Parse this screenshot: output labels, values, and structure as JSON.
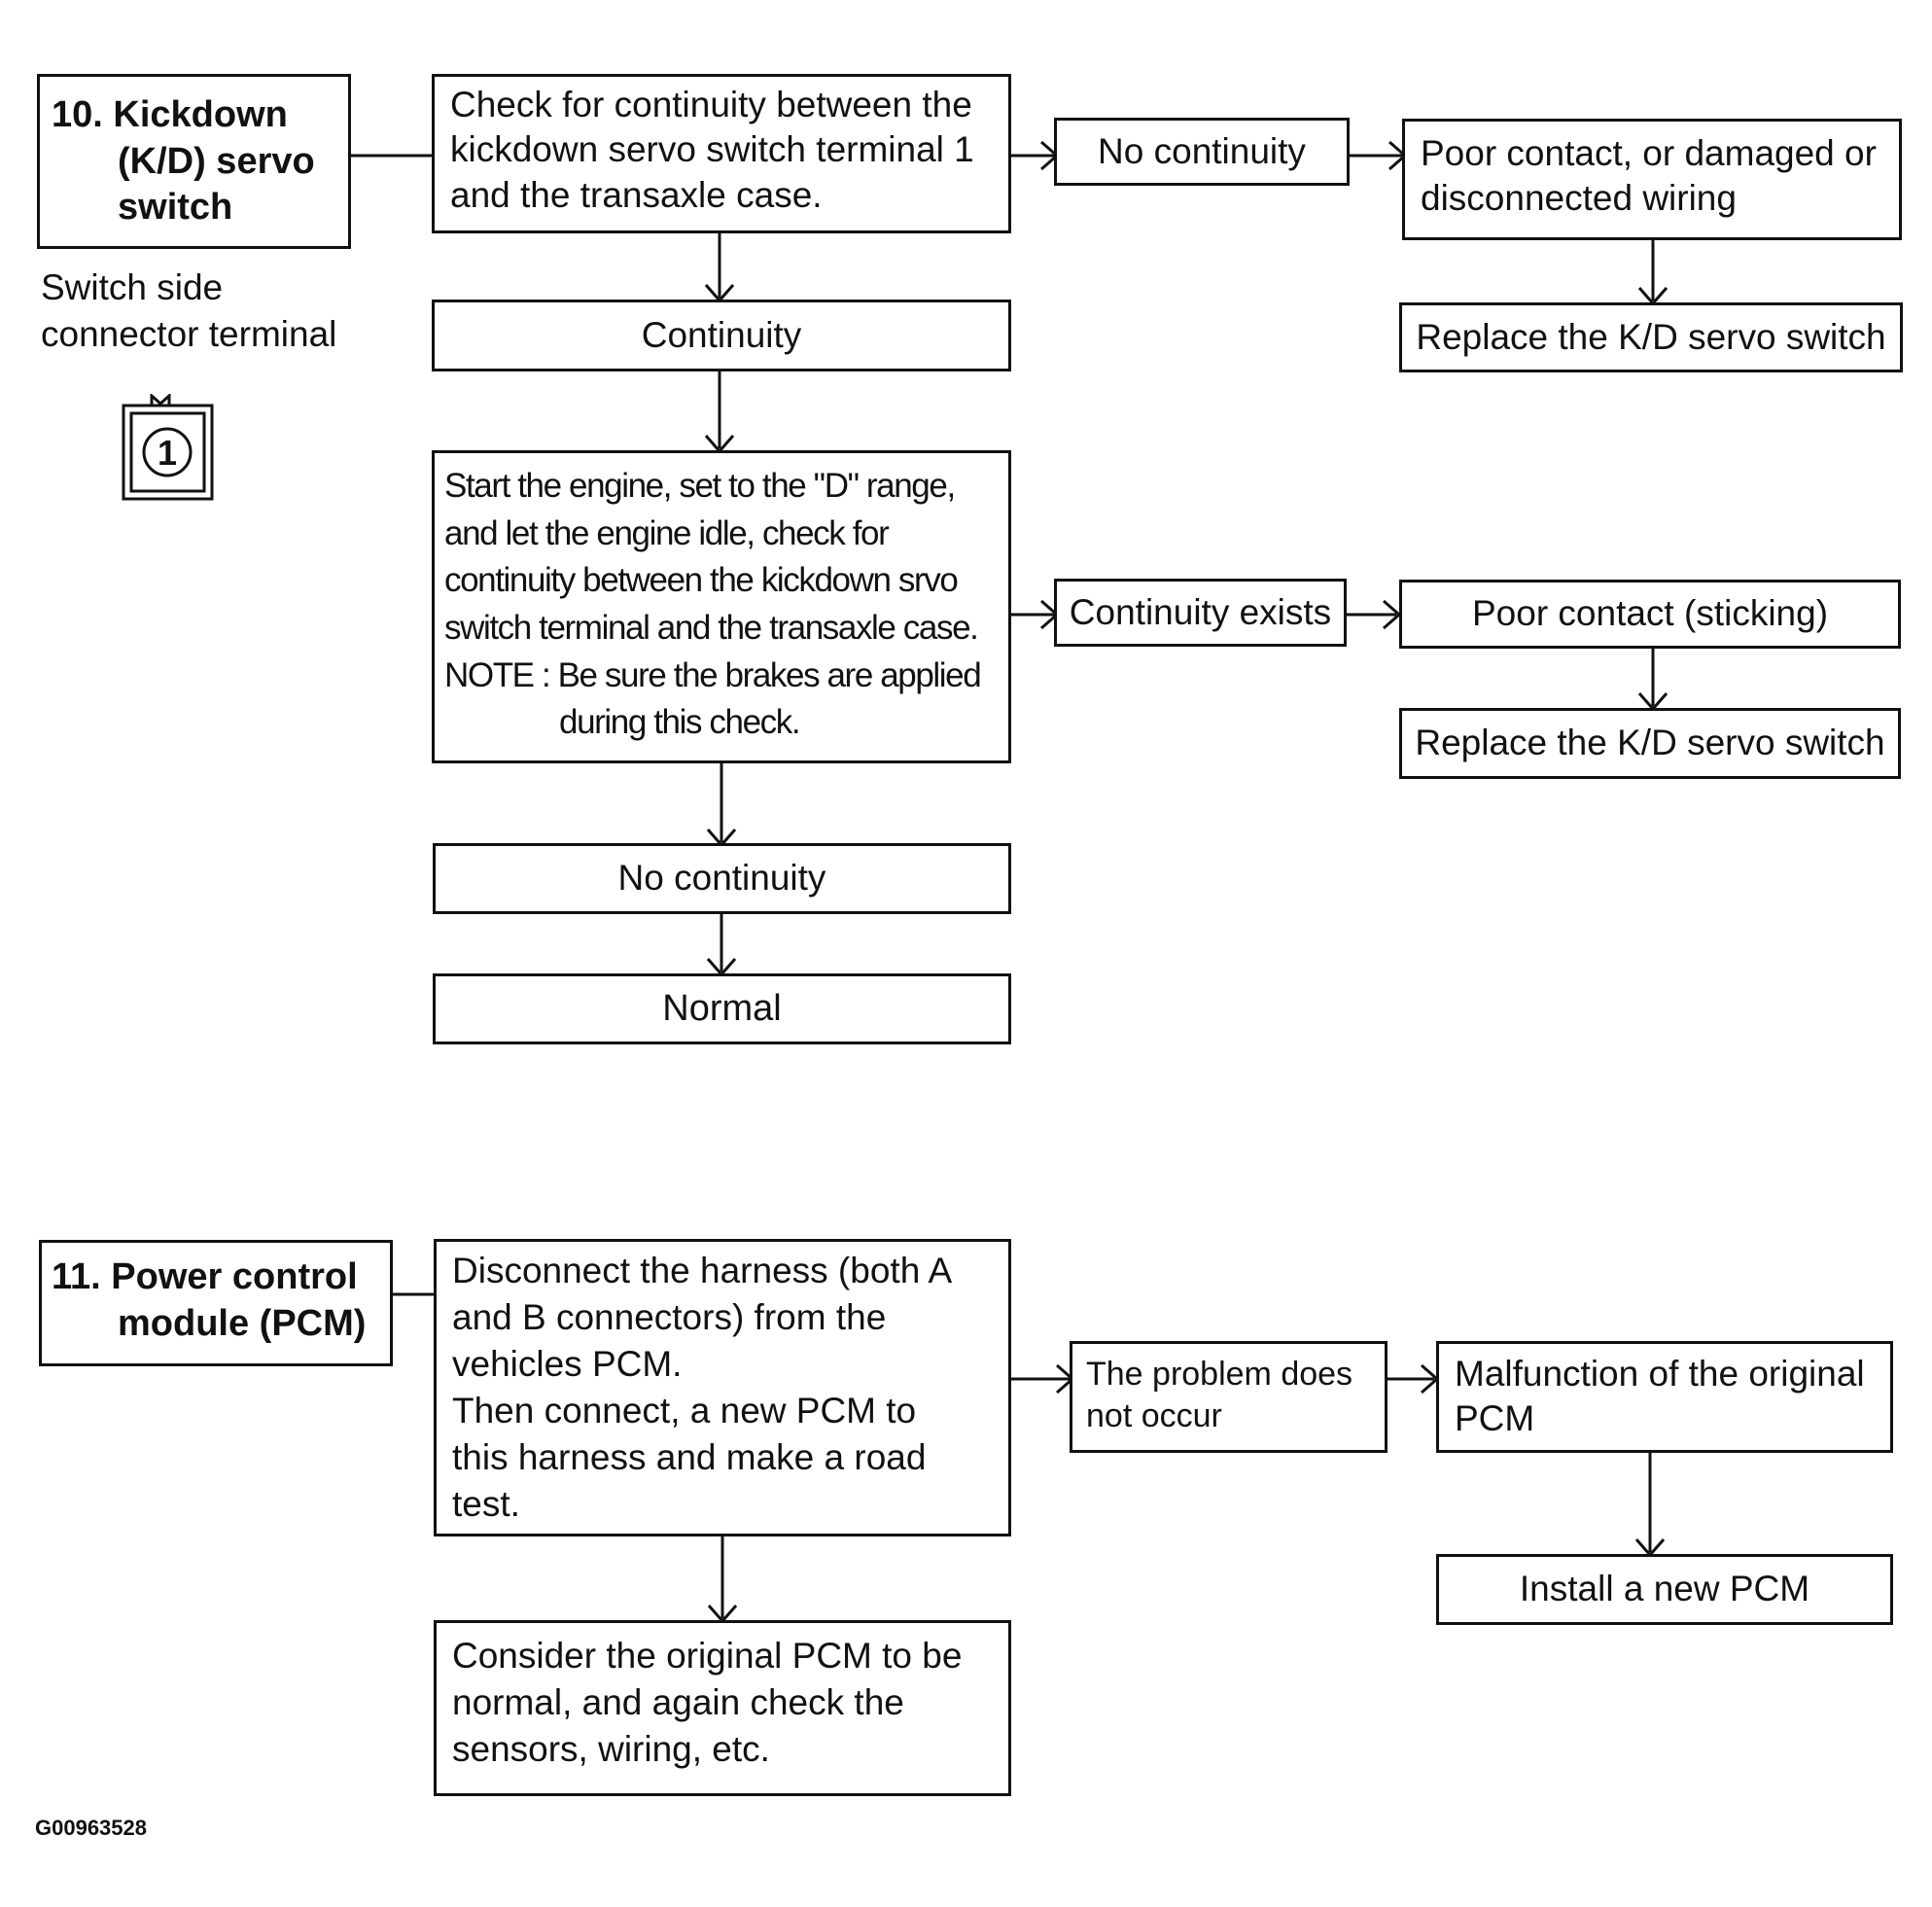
{
  "section10": {
    "title_lines": [
      "10. Kickdown",
      "(K/D) servo",
      "switch"
    ],
    "connector_caption_lines": [
      "Switch side",
      "connector terminal"
    ],
    "connector_terminal_number": "1",
    "check_continuity_lines": [
      "Check for continuity between the",
      "kickdown servo switch terminal 1",
      "and the transaxle case."
    ],
    "result_continuity": "Continuity",
    "result_no_continuity_1": "No continuity",
    "cause_wiring_lines": [
      "Poor contact, or damaged or",
      "disconnected wiring"
    ],
    "replace_switch_1": "Replace the K/D servo switch",
    "engine_check_lines": [
      "Start the engine, set to the \"D\" range,",
      "and let the engine idle, check for",
      "continuity between the kickdown srvo",
      "switch terminal and the transaxle case.",
      "NOTE : Be sure the brakes are applied",
      "during this check."
    ],
    "result_continuity_exists": "Continuity exists",
    "cause_sticking": "Poor contact (sticking)",
    "replace_switch_2": "Replace the K/D servo switch",
    "result_no_continuity_2": "No continuity",
    "result_normal": "Normal"
  },
  "section11": {
    "title_lines": [
      "11. Power control",
      "module (PCM)"
    ],
    "procedure_lines": [
      "Disconnect the harness (both A",
      "and B connectors) from the",
      "vehicles PCM.",
      "Then connect, a new PCM to",
      "this harness and make a road",
      "test."
    ],
    "result_problem_lines": [
      "The problem does",
      "not occur"
    ],
    "cause_lines": [
      "Malfunction of the original",
      "PCM"
    ],
    "action_install": "Install a new PCM",
    "conclusion_lines": [
      "Consider the original PCM to be",
      "normal, and again check the",
      "sensors, wiring, etc."
    ]
  },
  "figure_id": "G00963528"
}
